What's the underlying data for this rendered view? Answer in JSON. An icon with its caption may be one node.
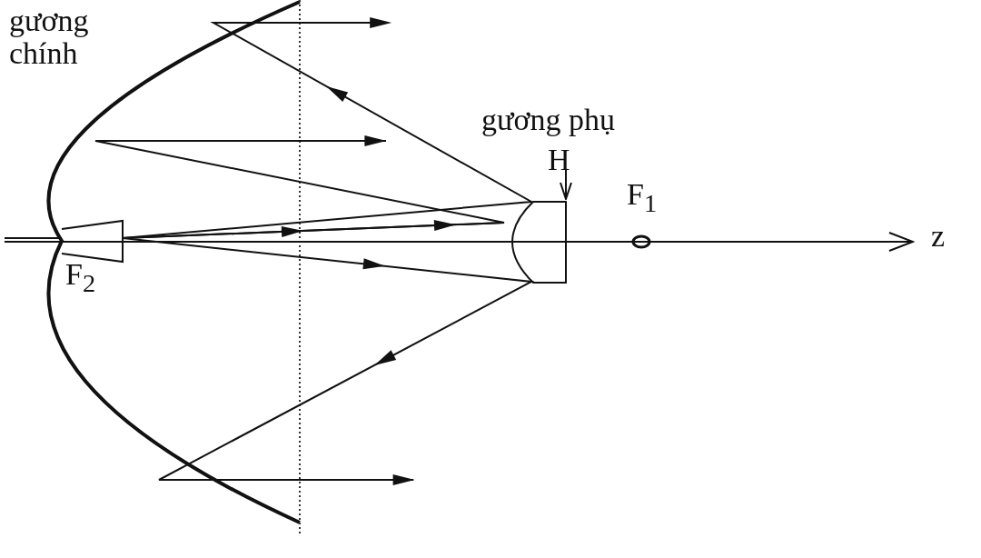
{
  "diagram": {
    "nodes": [
      {
        "text": [
          "H"
        ]
      },
      {
        "text": [],
        "shape": "picture"
      }
    ],
    "edges": [
      {
        "from": 0,
        "to": 1,
        "arrow": "to"
      }
    ],
    "labels": [
      "gương chính",
      "gương phụ",
      "F$_{1}$",
      "F$_{2}$",
      "z"
    ]
  }
}
